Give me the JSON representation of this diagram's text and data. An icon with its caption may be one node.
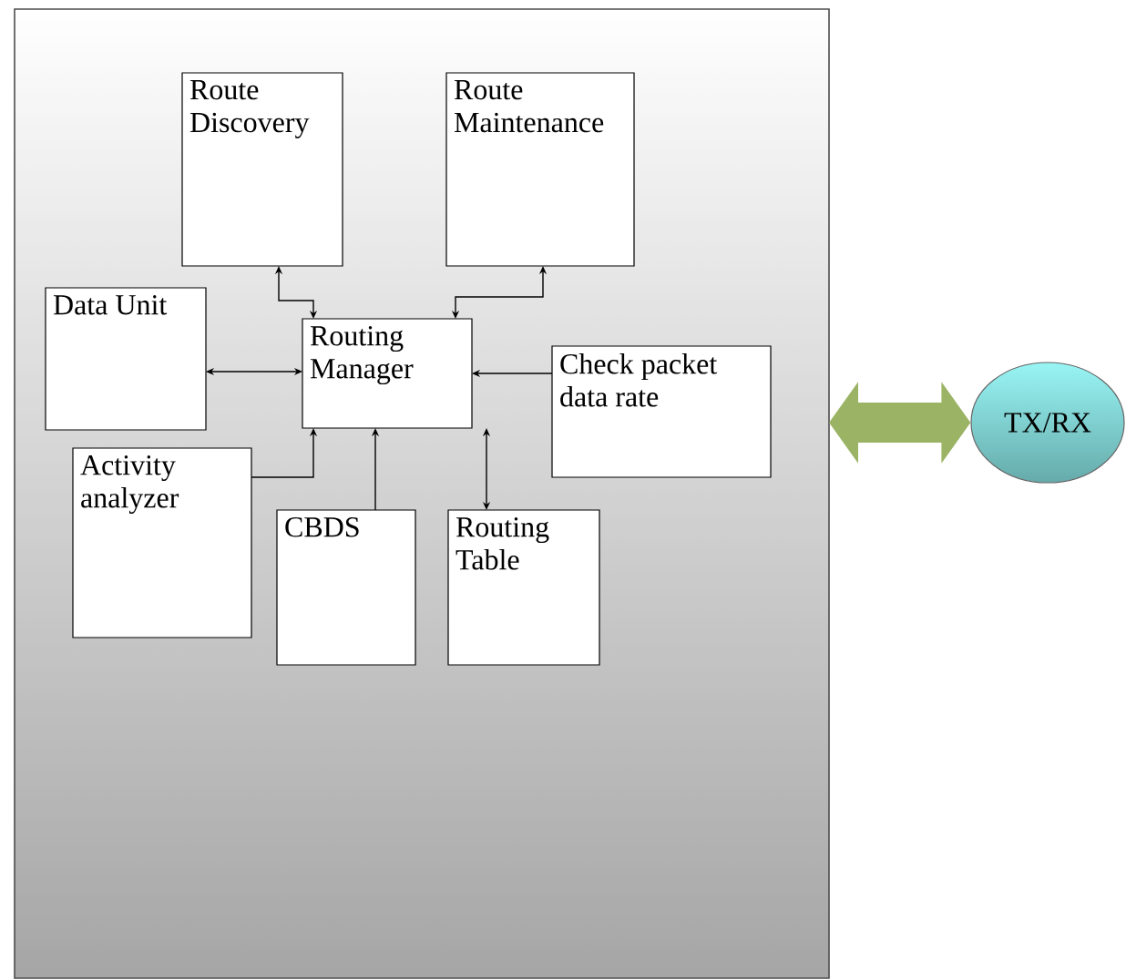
{
  "diagram": {
    "nodes": [
      {
        "text": [],
        "shape": "box"
      },
      {
        "text": [
          "Route Discovery"
        ],
        "in": 0
      },
      {
        "text": [
          "Route Maintenance"
        ],
        "in": 0
      },
      {
        "text": [
          "Data Unit"
        ],
        "in": 0
      },
      {
        "text": [
          "Routing Manager"
        ],
        "in": 0
      },
      {
        "text": [
          "Check packet data rate"
        ],
        "in": 0
      },
      {
        "text": [
          "Activity analyzer"
        ],
        "in": 0
      },
      {
        "text": [
          "CBDS"
        ],
        "in": 0
      },
      {
        "text": [
          "Routing Table"
        ],
        "in": 0
      },
      {
        "text": [
          "TX/RX"
        ]
      }
    ],
    "edges": [
      {
        "from": 1,
        "to": 4,
        "arrow": "both"
      },
      {
        "from": 2,
        "to": 4,
        "arrow": "both"
      },
      {
        "from": 3,
        "to": 4,
        "arrow": "both"
      },
      {
        "from": 5,
        "to": 4,
        "arrow": "to"
      },
      {
        "from": 6,
        "to": 4,
        "arrow": "to"
      },
      {
        "from": 7,
        "to": 4,
        "arrow": "to"
      },
      {
        "from": 4,
        "to": 8,
        "arrow": "both"
      },
      {
        "from": 0,
        "to": 9,
        "arrow": "both",
        "style": "thick",
        "color": "#9bb364"
      }
    ]
  }
}
